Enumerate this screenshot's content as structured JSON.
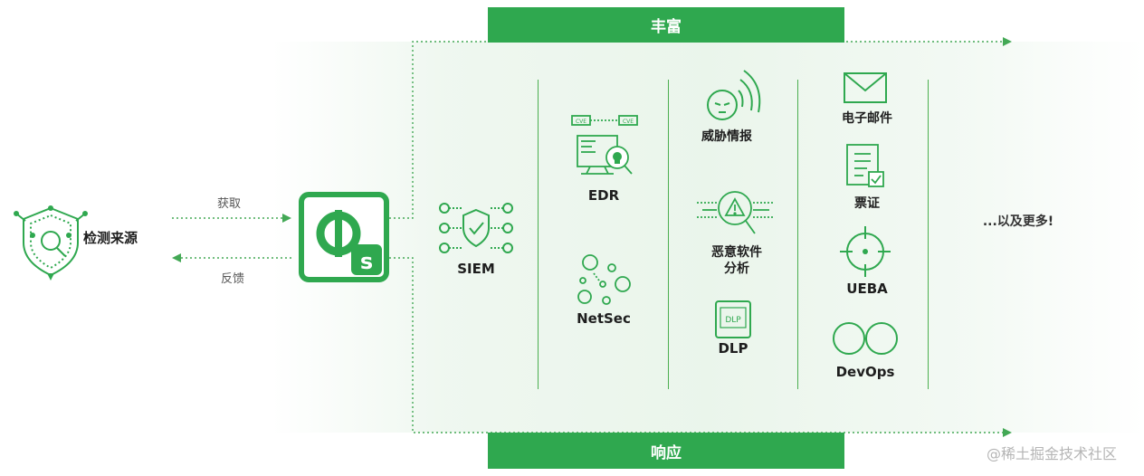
{
  "left": {
    "source_label": "检测来源",
    "fetch_label": "获取",
    "feedback_label": "反馈"
  },
  "top_bar": "丰富",
  "bottom_bar": "响应",
  "columns": {
    "siem": "SIEM",
    "edr": "EDR",
    "netsec": "NetSec",
    "threat_intel": "威胁情报",
    "malware_line1": "恶意软件",
    "malware_line2": "分析",
    "dlp": "DLP",
    "dlp_badge": "DLP",
    "email": "电子邮件",
    "ticket": "票证",
    "ueba": "UEBA",
    "devops": "DevOps",
    "more": "...以及更多!",
    "cve_tag": "CVE"
  },
  "watermark": "@稀土掘金技术社区",
  "colors": {
    "green": "#2fa84f",
    "dark_green": "#1e8a3e",
    "light_panel": "#e8f4e9"
  }
}
